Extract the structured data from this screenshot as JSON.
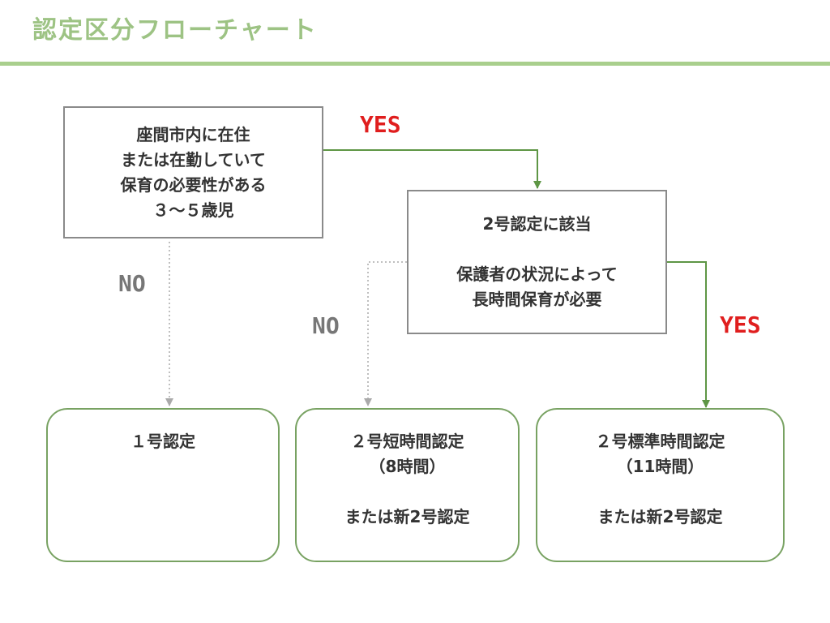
{
  "title": "認定区分フローチャート",
  "colors": {
    "title": "#9dc384",
    "rule": "#a9cf8d",
    "yes_arrow": "#5e9645",
    "no_arrow": "#aaaaaa",
    "yes_label": "#e01e1e",
    "no_label": "#777777",
    "result_border": "#78a262"
  },
  "decision_1": {
    "lines": [
      "座間市内に在住",
      "または在勤していて",
      "保育の必要性がある",
      "３～５歳児"
    ]
  },
  "decision_2": {
    "lines": [
      "2号認定に該当",
      "",
      "保護者の状況によって",
      "長時間保育が必要"
    ]
  },
  "labels": {
    "yes_1": "YES",
    "yes_2": "YES",
    "no_1": "NO",
    "no_2": "NO"
  },
  "results": {
    "r1": {
      "lines": [
        "１号認定"
      ]
    },
    "r2": {
      "lines": [
        "２号短時間認定",
        "（8時間）",
        "",
        "または新2号認定"
      ]
    },
    "r3": {
      "lines": [
        "２号標準時間認定",
        "（11時間）",
        "",
        "または新2号認定"
      ]
    }
  }
}
